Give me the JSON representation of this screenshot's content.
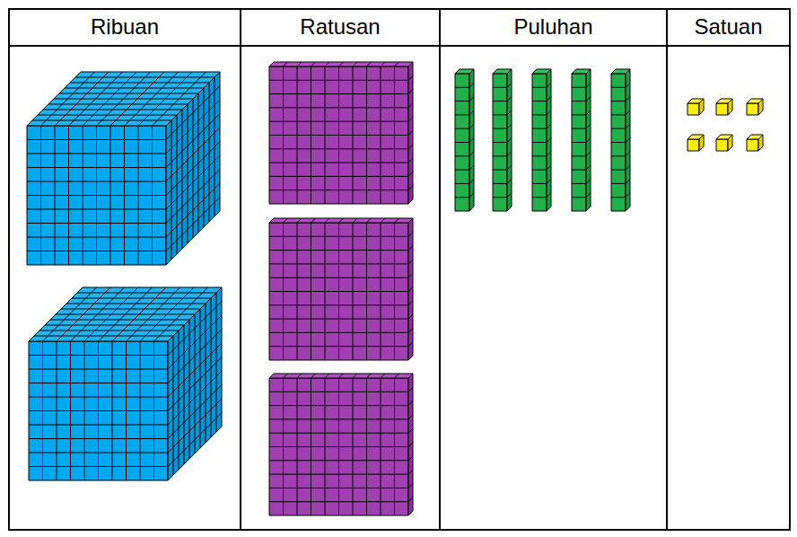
{
  "diagram": {
    "labels": [
      "Ribuan",
      "Ratusan",
      "Puluhan",
      "Satuan"
    ]
  }
}
